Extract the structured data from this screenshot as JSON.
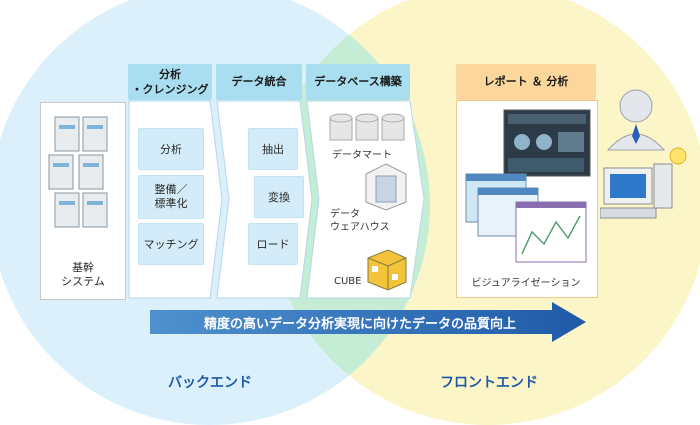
{
  "sections": {
    "backend_title": "バックエンド",
    "frontend_title": "フロントエンド"
  },
  "source": {
    "label_line1": "基幹",
    "label_line2": "システム"
  },
  "stages": [
    {
      "title_line1": "分析",
      "title_line2": "・クレンジング",
      "items": [
        "分析",
        "整備／",
        "標準化",
        "マッチング"
      ]
    },
    {
      "title": "データ統合",
      "items": [
        "抽出",
        "変換",
        "ロード"
      ]
    },
    {
      "title": "データベース構築",
      "items": [
        "データマート",
        "データ",
        "ウェアハウス",
        "CUBE"
      ]
    }
  ],
  "report": {
    "title": "レポート ＆ 分析",
    "caption": "ビジュアライゼーション"
  },
  "arrow_text": "精度の高いデータ分析実現に向けたデータの品質向上",
  "colors": {
    "backend_circle": "#dcf0fb",
    "frontend_circle": "#fcf5c7",
    "header_blue": "#a9ddf0",
    "header_orange": "#fcd79d",
    "arrow_blue": "#1f5aa8"
  }
}
